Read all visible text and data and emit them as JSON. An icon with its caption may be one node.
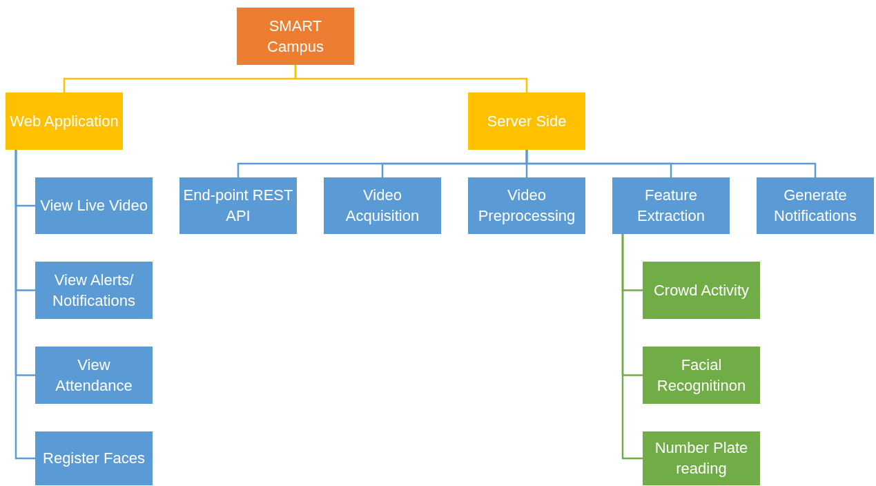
{
  "diagram": {
    "nodes": [
      {
        "text": [
          "SMART Campus"
        ]
      },
      {
        "text": [
          "Web Application"
        ]
      },
      {
        "text": [
          "Server Side"
        ]
      },
      {
        "text": [
          "View Live Video"
        ]
      },
      {
        "text": [
          "View Alerts/ Notifications"
        ]
      },
      {
        "text": [
          "View Attendance"
        ]
      },
      {
        "text": [
          "Register Faces"
        ]
      },
      {
        "text": [
          "End-point REST API"
        ]
      },
      {
        "text": [
          "Video Acquisition"
        ]
      },
      {
        "text": [
          "Video Preprocessing"
        ]
      },
      {
        "text": [
          "Feature Extraction"
        ]
      },
      {
        "text": [
          "Generate Notifications"
        ]
      },
      {
        "text": [
          "Crowd Activity"
        ]
      },
      {
        "text": [
          "Facial Recognitinon"
        ]
      },
      {
        "text": [
          "Number Plate reading"
        ]
      }
    ],
    "edges": [
      {
        "from": 0,
        "to": 1,
        "arrow": "none",
        "color": "#ffc000"
      },
      {
        "from": 0,
        "to": 2,
        "arrow": "none",
        "color": "#ffc000"
      },
      {
        "from": 1,
        "to": 3,
        "arrow": "none"
      },
      {
        "from": 1,
        "to": 4,
        "arrow": "none"
      },
      {
        "from": 1,
        "to": 5,
        "arrow": "none"
      },
      {
        "from": 1,
        "to": 6,
        "arrow": "none"
      },
      {
        "from": 2,
        "to": 7,
        "arrow": "none"
      },
      {
        "from": 2,
        "to": 8,
        "arrow": "none"
      },
      {
        "from": 2,
        "to": 9,
        "arrow": "none"
      },
      {
        "from": 2,
        "to": 10,
        "arrow": "none"
      },
      {
        "from": 2,
        "to": 11,
        "arrow": "none"
      },
      {
        "from": 10,
        "to": 12,
        "arrow": "none",
        "color": "#70ad47"
      },
      {
        "from": 10,
        "to": 13,
        "arrow": "none",
        "color": "#70ad47"
      },
      {
        "from": 10,
        "to": 14,
        "arrow": "none",
        "color": "#70ad47"
      }
    ]
  }
}
